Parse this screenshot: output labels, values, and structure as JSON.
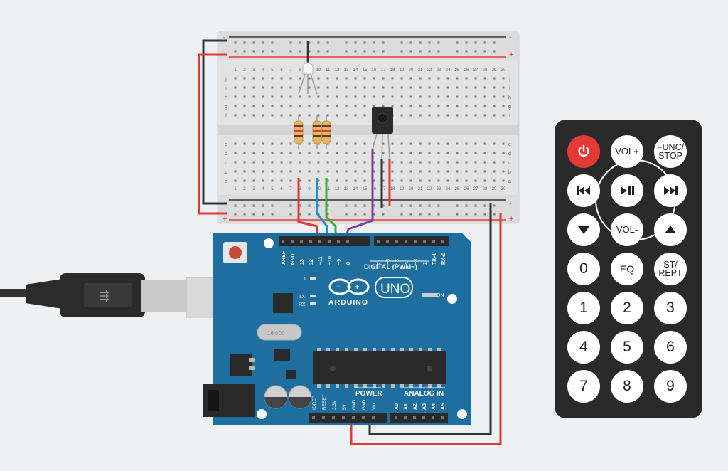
{
  "colors": {
    "background": "#eef1f4",
    "breadboard": "#e3e3e3",
    "rail_red": "#e53935",
    "board_blue": "#1e6f9f",
    "wire_red": "#e53935",
    "wire_black": "#333333",
    "wire_blue": "#1e90d6",
    "wire_green": "#3cae3f",
    "wire_purple": "#7b3fa2",
    "remote_body": "#2a2a2a",
    "power_button": "#e53935"
  },
  "breadboard": {
    "minus": "-",
    "plus": "+",
    "row_letters_top": [
      "j",
      "i",
      "h",
      "g",
      "f"
    ],
    "row_letters_bottom": [
      "e",
      "d",
      "c",
      "b",
      "a"
    ],
    "column_numbers": [
      "1",
      "2",
      "3",
      "4",
      "5",
      "6",
      "7",
      "8",
      "9",
      "10",
      "11",
      "12",
      "13",
      "14",
      "15",
      "16",
      "17",
      "18",
      "19",
      "20",
      "21",
      "22",
      "23",
      "24",
      "25",
      "26",
      "27",
      "28",
      "29",
      "30"
    ]
  },
  "arduino": {
    "brand": "ARDUINO",
    "model": "UNO",
    "digital_label": "DIGITAL (PWM~)",
    "power_label": "POWER",
    "analog_label": "ANALOG IN",
    "digital_pins": [
      "AREF",
      "GND",
      "13",
      "12",
      "~11",
      "~10",
      "~9",
      "8",
      "7",
      "~6",
      "~5",
      "4",
      "~3",
      "2",
      "TX▸1",
      "RX◂0"
    ],
    "power_pins": [
      "IOREF",
      "RESET",
      "3.3V",
      "5V",
      "GND",
      "GND",
      "Vin"
    ],
    "analog_pins": [
      "A0",
      "A1",
      "A2",
      "A3",
      "A4",
      "A5"
    ],
    "led_labels": [
      "L",
      "TX",
      "RX"
    ],
    "on_label": "ON",
    "crystal_text": "16.000"
  },
  "remote": {
    "power_icon": "power-icon",
    "vol_up": "VOL+",
    "vol_down": "VOL-",
    "func_stop": [
      "FUNC/",
      "STOP"
    ],
    "rewind_icon": "rewind-icon",
    "play_pause_icon": "play-pause-icon",
    "forward_icon": "fast-forward-icon",
    "down_icon": "down-triangle-icon",
    "up_icon": "up-triangle-icon",
    "eq": "EQ",
    "st_rept": [
      "ST/",
      "REPT"
    ],
    "digits": [
      "0",
      "1",
      "2",
      "3",
      "4",
      "5",
      "6",
      "7",
      "8",
      "9"
    ]
  }
}
